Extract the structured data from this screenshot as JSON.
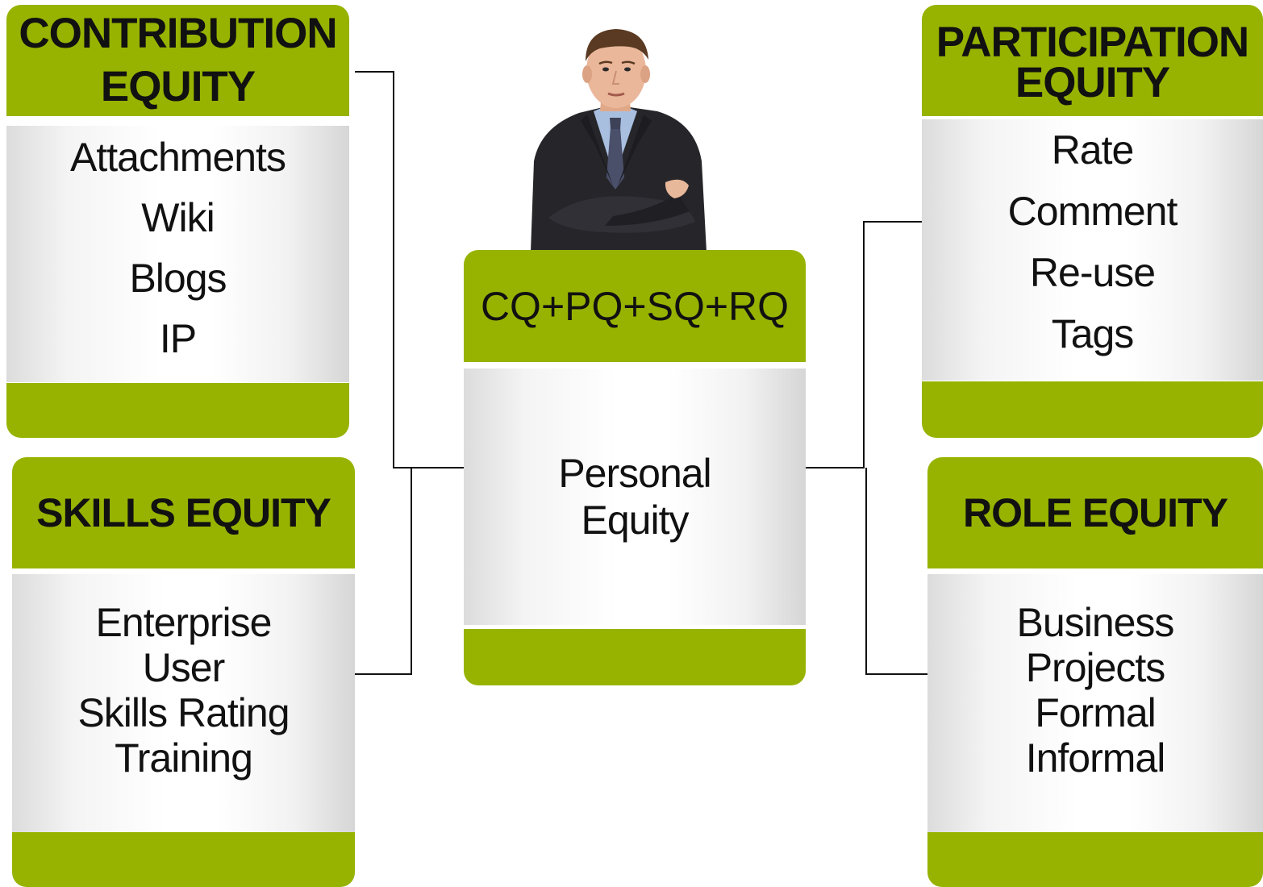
{
  "colors": {
    "accent_green": "#97b300",
    "body_light": "#ffffff",
    "body_shade": "#d6d6d6",
    "connector": "#111111"
  },
  "contribution": {
    "title_line1": "CONTRIBUTION",
    "title_line2": "EQUITY",
    "items": [
      "Attachments",
      "Wiki",
      "Blogs",
      "IP"
    ]
  },
  "skills": {
    "title": "SKILLS EQUITY",
    "items": [
      "Enterprise",
      "User",
      "Skills Rating",
      "Training"
    ]
  },
  "center": {
    "formula": "CQ+PQ+SQ+RQ",
    "label_line1": "Personal",
    "label_line2": "Equity",
    "image_icon": "businessman-photo"
  },
  "participation": {
    "title_line1": "PARTICIPATION",
    "title_line2": "EQUITY",
    "items": [
      "Rate",
      "Comment",
      "Re-use",
      "Tags"
    ]
  },
  "role": {
    "title": "ROLE EQUITY",
    "items": [
      "Business",
      "Projects",
      "Formal",
      "Informal"
    ]
  }
}
